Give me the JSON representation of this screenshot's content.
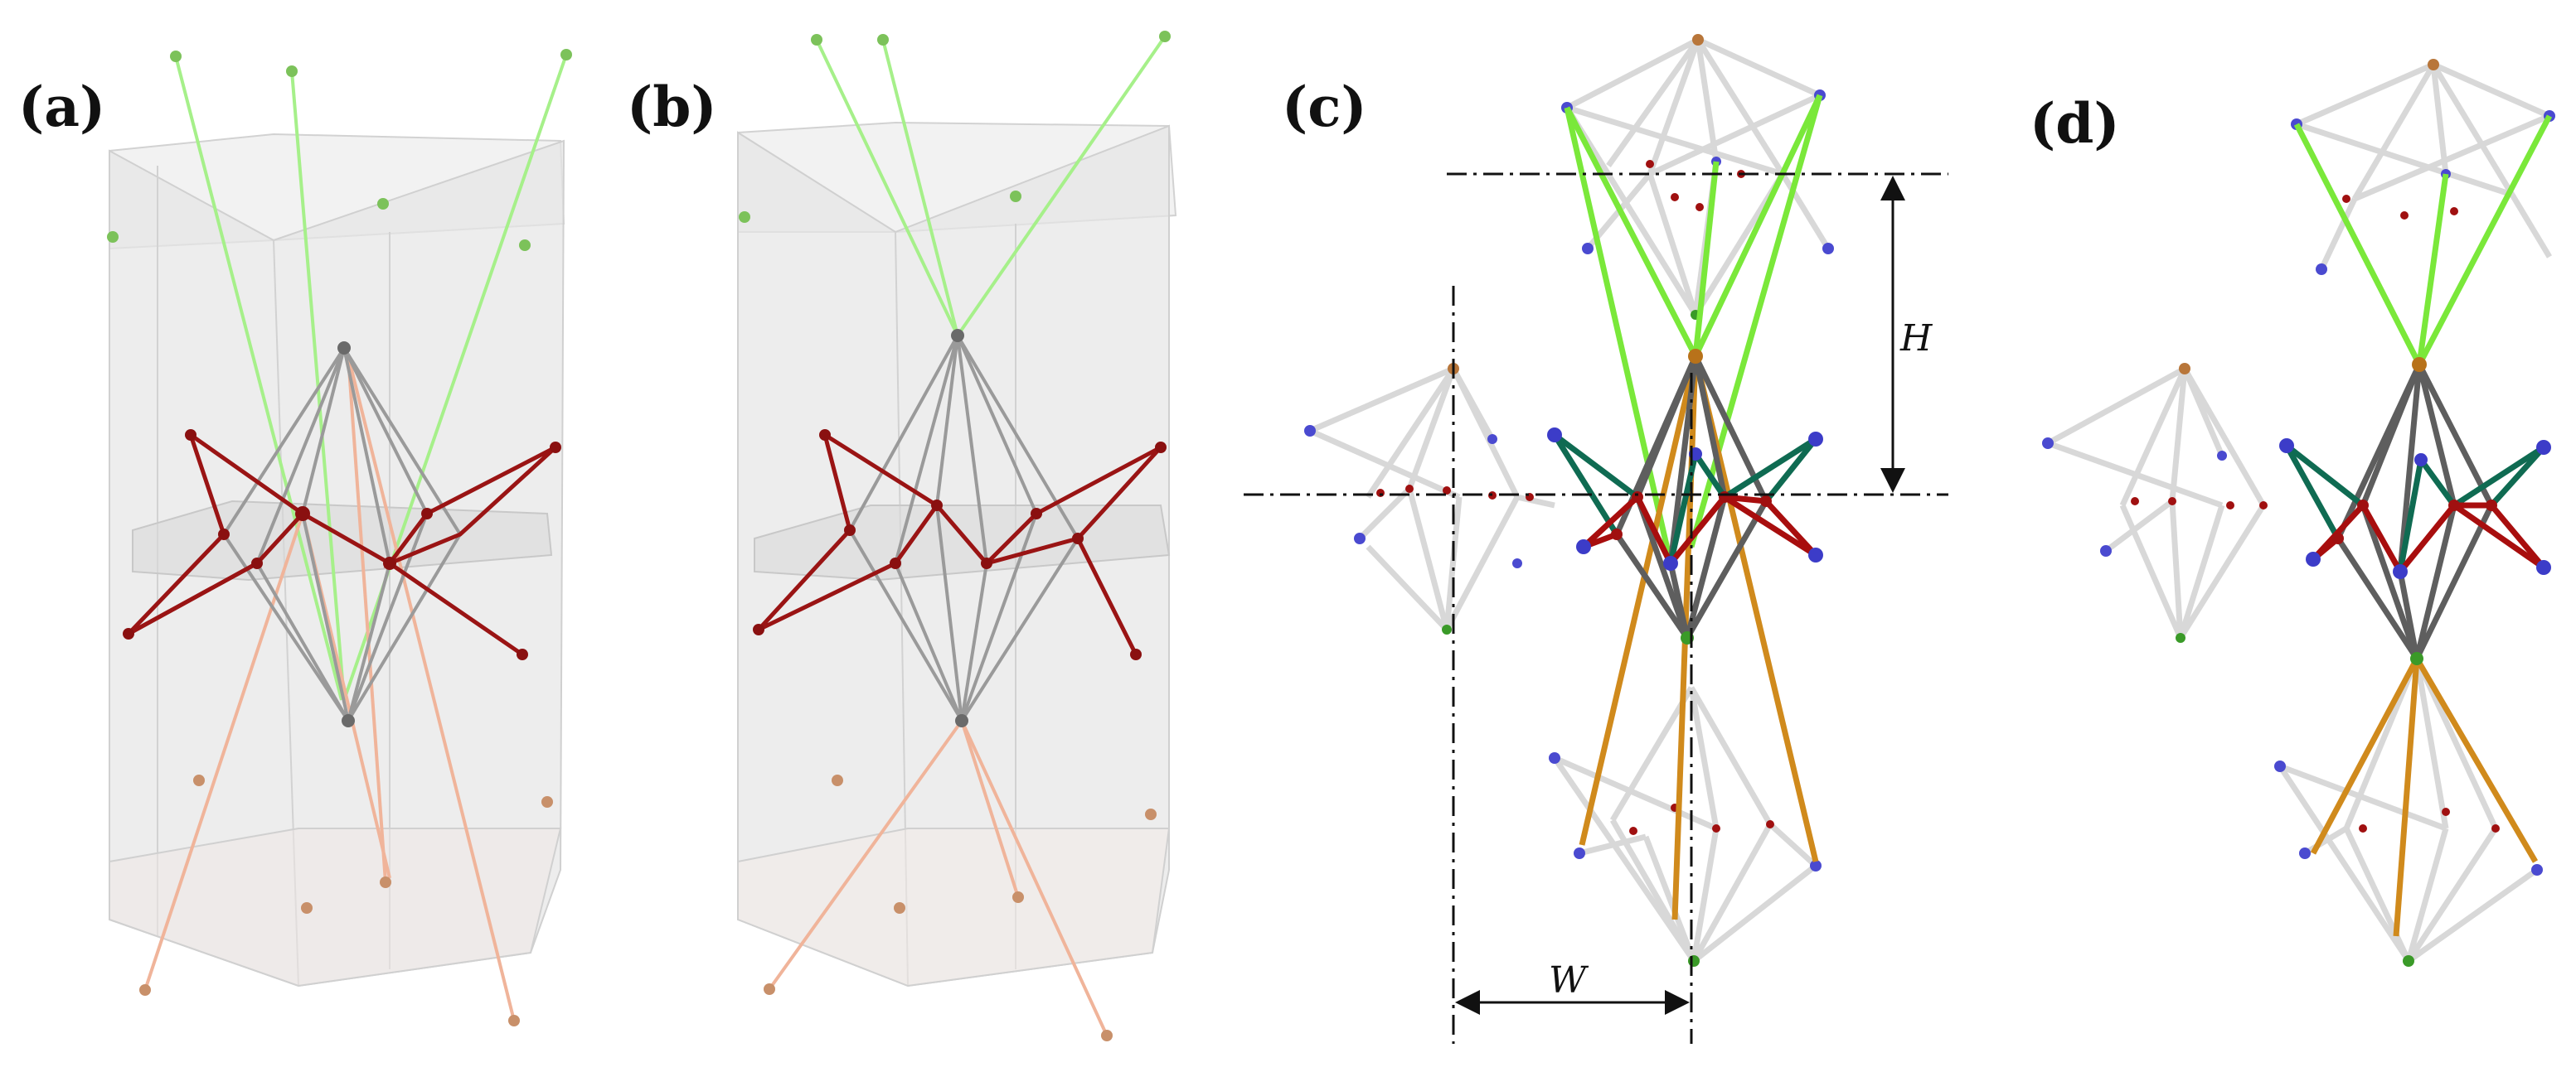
{
  "panels": [
    {
      "label": "(a)"
    },
    {
      "label": "(b)"
    },
    {
      "label": "(c)"
    },
    {
      "label": "(d)"
    }
  ],
  "dimensions": {
    "height_label": "H",
    "width_label": "W"
  },
  "colors": {
    "hull": "#ececec",
    "green_tether": "#a6f08a",
    "orange_tether": "#f0b49a",
    "red_linkage": "#9a1414",
    "gray_core": "#9a9a9a",
    "dark_core": "#5e5e5e",
    "bright_green": "#7ae83a",
    "gold": "#d08a1c",
    "teal": "#0f6b52",
    "blue_node": "#3c3cc8"
  }
}
